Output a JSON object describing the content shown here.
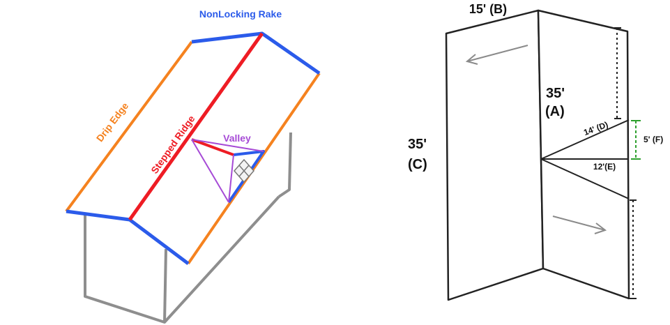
{
  "colors": {
    "drip_edge": "#f5821f",
    "rake": "#2b5bea",
    "ridge": "#ee1c24",
    "valley": "#a64ad6",
    "walls": "#8e8e8e",
    "outline": "#222222",
    "dimension": "#111111",
    "measure": "#2ea02e",
    "arrow": "#8a8a8a"
  },
  "roof_diagram": {
    "nonlocking_rake_label": "NonLocking Rake",
    "drip_edge_label": "Drip Edge",
    "stepped_ridge_label": "Stepped Ridge",
    "valley_label": "Valley"
  },
  "panel_diagram": {
    "dim_b": "15' (B)",
    "dim_a_value": "35'",
    "dim_a_tag": "(A)",
    "dim_c_value": "35'",
    "dim_c_tag": "(C)",
    "dim_d": "14' (D)",
    "dim_e": "12'(E)",
    "dim_f": "5' (F)"
  }
}
